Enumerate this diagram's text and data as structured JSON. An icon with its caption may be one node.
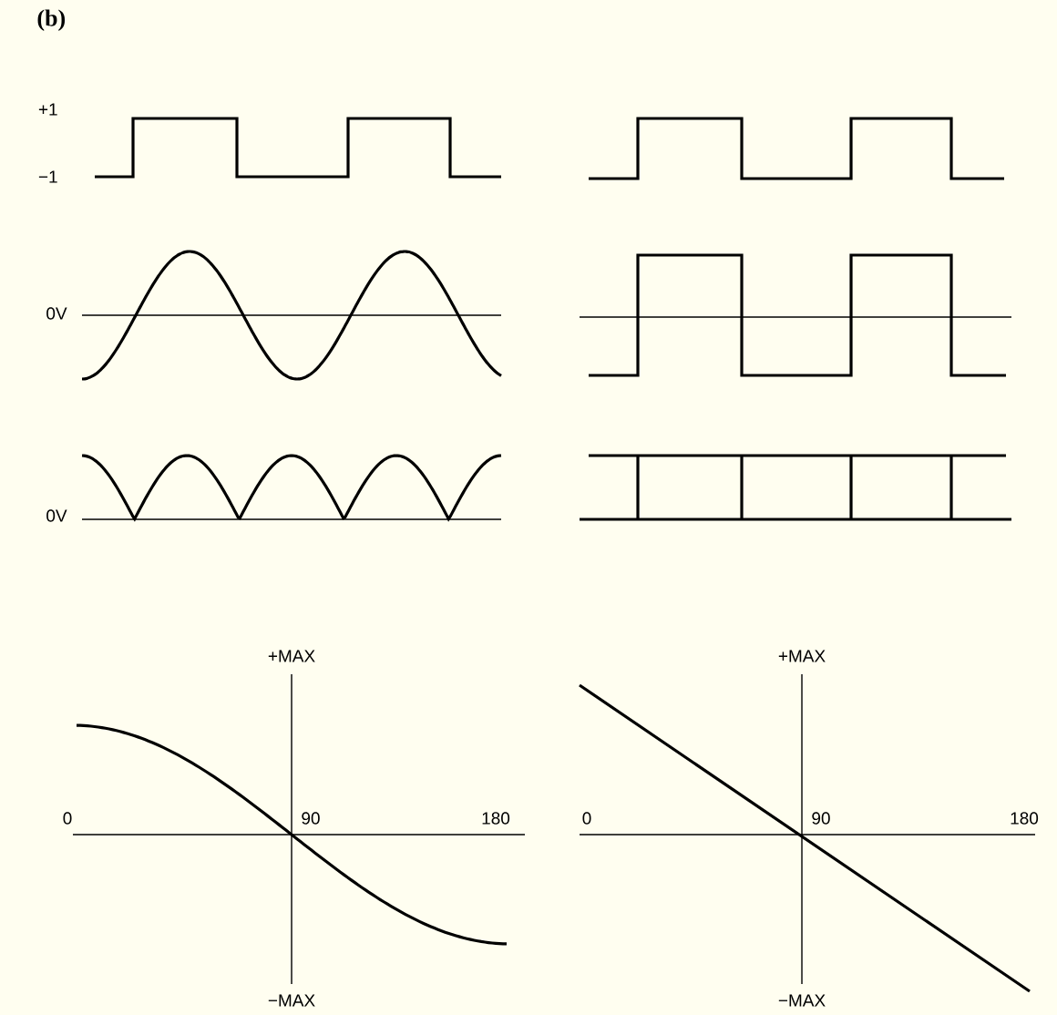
{
  "diagram": {
    "title": "(b)",
    "labels": [
      "+1",
      "−1",
      "0V",
      "0V",
      "+MAX",
      "0",
      "90",
      "180",
      "−MAX",
      "+MAX",
      "0",
      "90",
      "180",
      "−MAX"
    ]
  }
}
